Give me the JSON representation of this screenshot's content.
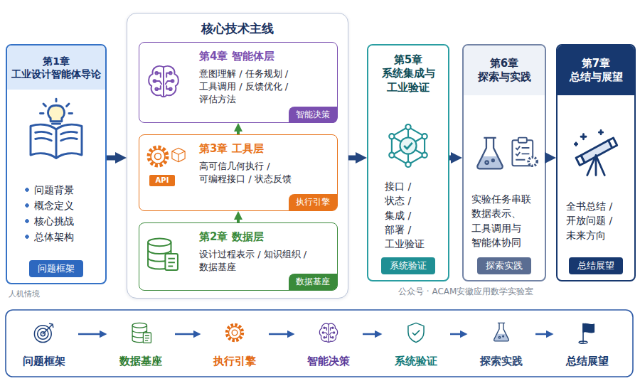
{
  "diagram": {
    "nodes": [
      {
        "text": [
          "第1章 工业设计智能体导论",
          "问题背景",
          "概念定义",
          "核心挑战",
          "总体架构",
          "问题框架"
        ]
      },
      {
        "text": [
          "核心技术主线"
        ]
      },
      {
        "text": [
          "第4章 智能体层",
          "意图理解 / 任务规划 / 工具调用 / 反馈优化 / 评估方法",
          "智能决策"
        ],
        "in": 1
      },
      {
        "text": [
          "第3章 工具层",
          "高可信几何执行 / 可编程接口 / 状态反馈",
          "执行引擎"
        ],
        "in": 1
      },
      {
        "text": [
          "第2章 数据层",
          "设计过程表示 / 知识组织 / 数据基座",
          "数据基座"
        ],
        "in": 1
      },
      {
        "text": [
          "第5章 系统集成与工业验证",
          "接口 / 状态 / 集成 / 部署 / 工业验证",
          "系统验证"
        ]
      },
      {
        "text": [
          "第6章 探索与实践",
          "实验任务串联 数据表示、 工具调用与 智能体协同",
          "探索实践"
        ]
      },
      {
        "text": [
          "第7章 总结与展望",
          "全书总结 / 开放问题 / 未来方向",
          "总结展望"
        ]
      },
      {
        "text": [
          "问题框架"
        ]
      },
      {
        "text": [
          "数据基座"
        ]
      },
      {
        "text": [
          "执行引擎"
        ]
      },
      {
        "text": [
          "智能决策"
        ]
      },
      {
        "text": [
          "系统验证"
        ]
      },
      {
        "text": [
          "探索实践"
        ]
      },
      {
        "text": [
          "总结展望"
        ]
      }
    ],
    "edges": [
      {
        "from": 0,
        "to": 1,
        "arrow": "to"
      },
      {
        "from": 4,
        "to": 3,
        "arrow": "to"
      },
      {
        "from": 3,
        "to": 2,
        "arrow": "to"
      },
      {
        "from": 1,
        "to": 5,
        "arrow": "to"
      },
      {
        "from": 5,
        "to": 6,
        "arrow": "to"
      },
      {
        "from": 6,
        "to": 7,
        "arrow": "to"
      },
      {
        "from": 8,
        "to": 9,
        "arrow": "to"
      },
      {
        "from": 9,
        "to": 10,
        "arrow": "to"
      },
      {
        "from": 10,
        "to": 11,
        "arrow": "to"
      },
      {
        "from": 11,
        "to": 12,
        "arrow": "to"
      },
      {
        "from": 12,
        "to": 13,
        "arrow": "to"
      },
      {
        "from": 13,
        "to": 14,
        "arrow": "to"
      }
    ],
    "labels": [
      "API",
      "公众号 · ACAM安徽应用数学实验室",
      "人机情境"
    ]
  }
}
